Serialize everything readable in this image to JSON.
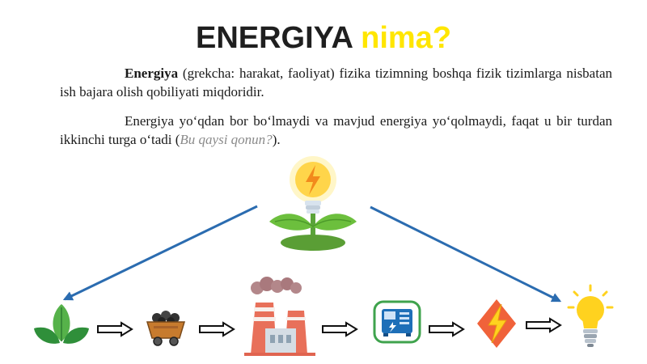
{
  "title": {
    "main": "ENERGIYA",
    "highlight": "nima?"
  },
  "paragraph1": {
    "bold": "Energiya",
    "text": " (grekcha: harakat, faoliyat) fizika tizimning boshqa fizik tizimlarga nisbatan ish bajara olish qobiliyati miqdoridir."
  },
  "paragraph2": {
    "text": "Energiya yo‘qdan bor bo‘lmaydi va mavjud energiya yo‘qolmaydi, faqat u bir turdan ikkinchi turga o‘tadi (",
    "question": "Bu qaysi qonun?",
    "end": ")."
  },
  "colors": {
    "title": "#1f1f1f",
    "highlight": "#ffe600",
    "arrow_blue": "#2b6cb0",
    "leaf_green": "#4caf50",
    "factory_red": "#e8705a",
    "bulb_yellow": "#ffd21f"
  },
  "icons": [
    "lightbulb-plant-icon",
    "leaves-icon",
    "coal-cart-icon",
    "factory-icon",
    "generator-icon",
    "lightning-icon",
    "lightbulb-icon"
  ]
}
